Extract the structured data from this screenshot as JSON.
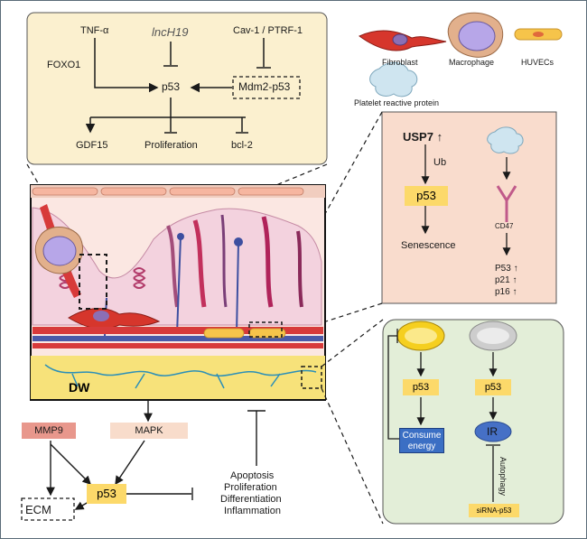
{
  "top_panel": {
    "tnf": "TNF-α",
    "lnch19": "lncH19",
    "cav": "Cav-1 / PTRF-1",
    "foxo1": "FOXO1",
    "p53": "p53",
    "mdm2": "Mdm2-p53",
    "gdf15": "GDF15",
    "proliferation": "Proliferation",
    "bcl2": "bcl-2"
  },
  "legend": {
    "fibroblast": "Fibroblast",
    "macrophage": "Macrophage",
    "huvecs": "HUVECs",
    "platelet": "Platelet reactive protein"
  },
  "right_panel": {
    "usp7": "USP7 ↑",
    "ub": "Ub",
    "p53": "p53",
    "senescence": "Senescence",
    "cd47": "CD47",
    "p53_up": "P53 ↑",
    "p21_up": "p21 ↑",
    "p16_up": "p16 ↑"
  },
  "green_panel": {
    "p53_left": "p53",
    "p53_right": "p53",
    "consume": "Consume energy",
    "ir": "IR",
    "autophagy": "Autophagy",
    "sirna": "siRNA-p53"
  },
  "tissue": {
    "dw": "DW"
  },
  "bottom": {
    "mmp9": "MMP9",
    "mapk": "MAPK",
    "p53": "p53",
    "ecm": "ECM",
    "apoptosis": "Apoptosis",
    "proliferation": "Proliferation",
    "differentiation": "Differentiation",
    "inflammation": "Inflammation"
  },
  "colors": {
    "top_panel_bg": "#fbf0cf",
    "right_panel_bg": "#f9dccd",
    "green_panel_bg": "#e3eed8",
    "highlight_yellow": "#fcd96a",
    "mmp9_red": "#e8978c",
    "mapk_peach": "#f8dccb",
    "consume_blue": "#3b6fc4",
    "ir_blue": "#4670c6"
  }
}
